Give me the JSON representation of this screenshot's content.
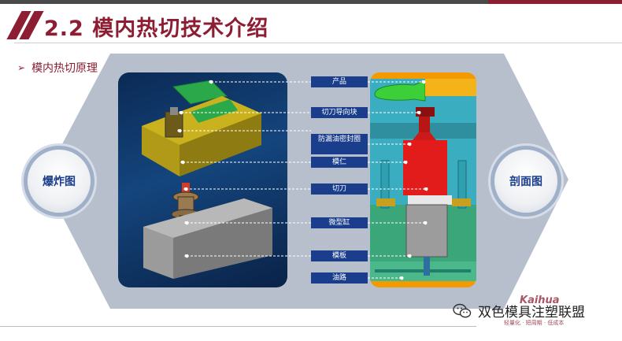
{
  "header": {
    "title": "2.2 模内热切技术介绍"
  },
  "subtitle": {
    "bullet": "➢",
    "text": "模内热切原理"
  },
  "left_badge": "爆炸图",
  "right_badge": "剖面图",
  "labels": [
    "产品",
    "切刀导向块",
    "防漏油密封圈",
    "模仁",
    "切刀",
    "微型缸",
    "模板",
    "油路"
  ],
  "watermark": {
    "text": "双色模具注塑联盟",
    "logo": "Kaihua",
    "slogan": "轻量化 · 短周期 · 低成本"
  },
  "colors": {
    "brand": "#8c1d32",
    "label_bg": "#1a3e8c",
    "panel_bg": "#b7bfcd"
  }
}
